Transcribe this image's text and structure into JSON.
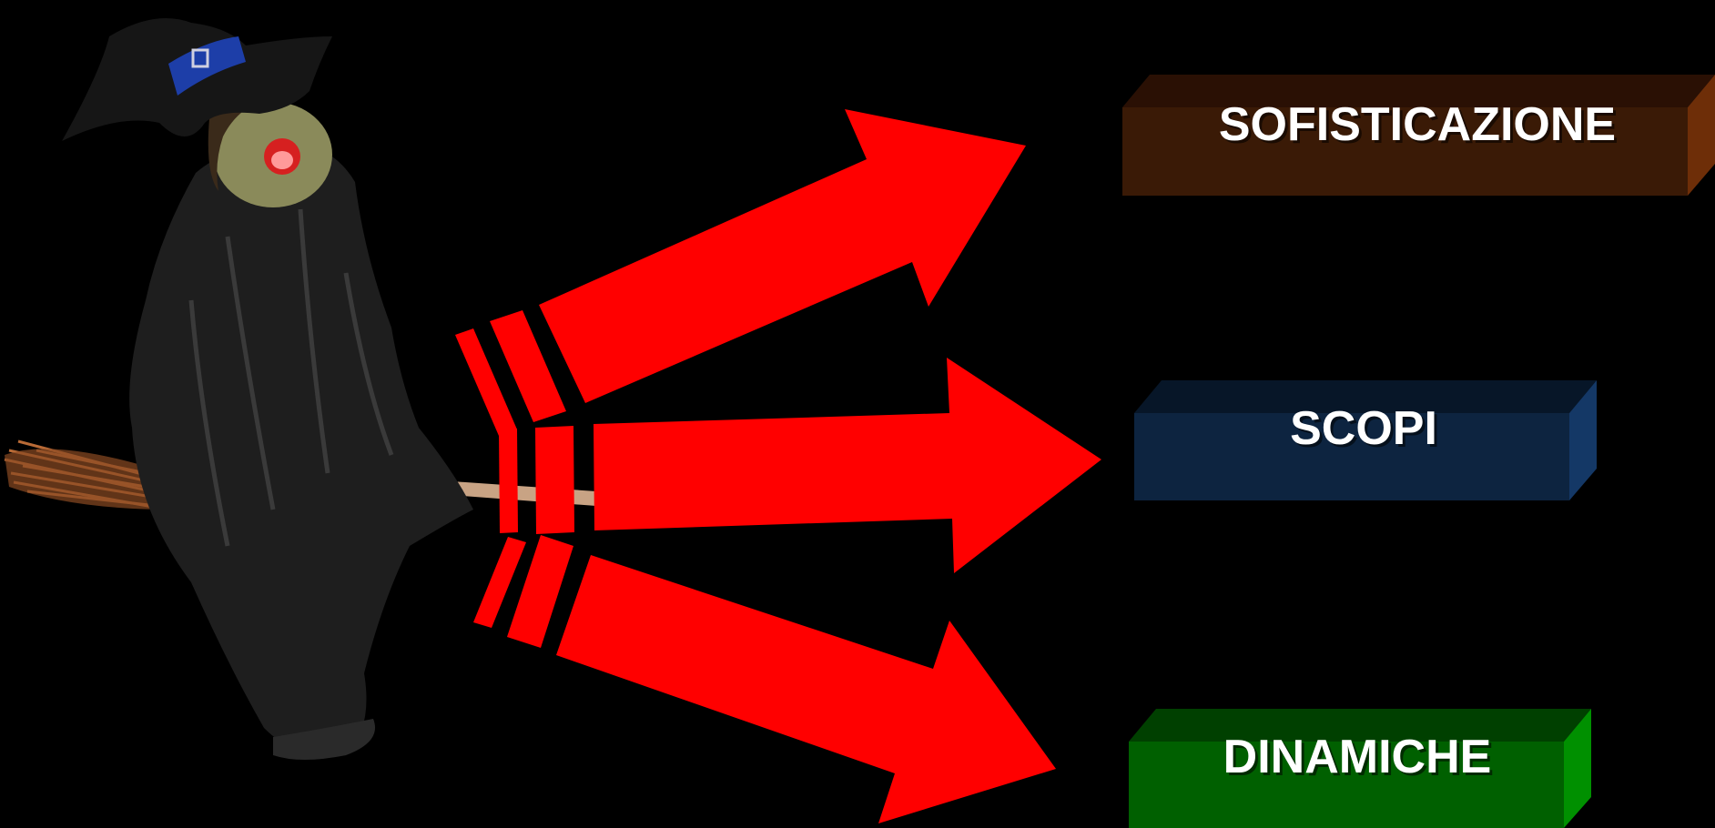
{
  "boxes": [
    {
      "id": "sofisticazione",
      "label": "SOFISTICAZIONE",
      "color": "#3a1a06"
    },
    {
      "id": "scopi",
      "label": "SCOPI",
      "color": "#0d2440"
    },
    {
      "id": "dinamiche",
      "label": "DINAMICHE",
      "color": "#006000"
    }
  ],
  "arrows": {
    "color": "#ff0000",
    "count": 3
  },
  "figure": {
    "icon": "witch-on-broom-icon"
  }
}
